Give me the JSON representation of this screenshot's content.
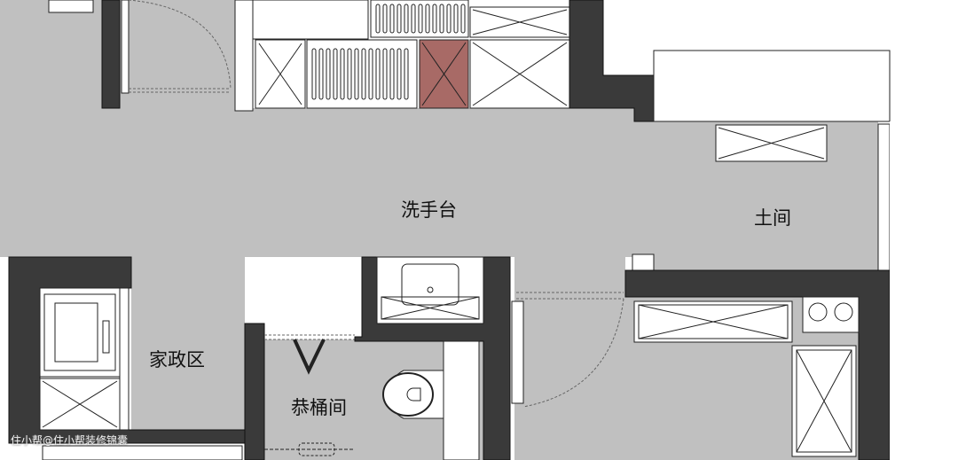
{
  "labels": {
    "vanity": "洗手台",
    "entry": "土间",
    "utility": "家政区",
    "toilet_room": "恭桶间"
  },
  "watermark": "住小帮@住小帮装修锦囊",
  "colors": {
    "floor": "#c0c0c0",
    "wall": "#3a3a3a",
    "cabinet": "#ffffff",
    "highlight": "#a86a66"
  }
}
